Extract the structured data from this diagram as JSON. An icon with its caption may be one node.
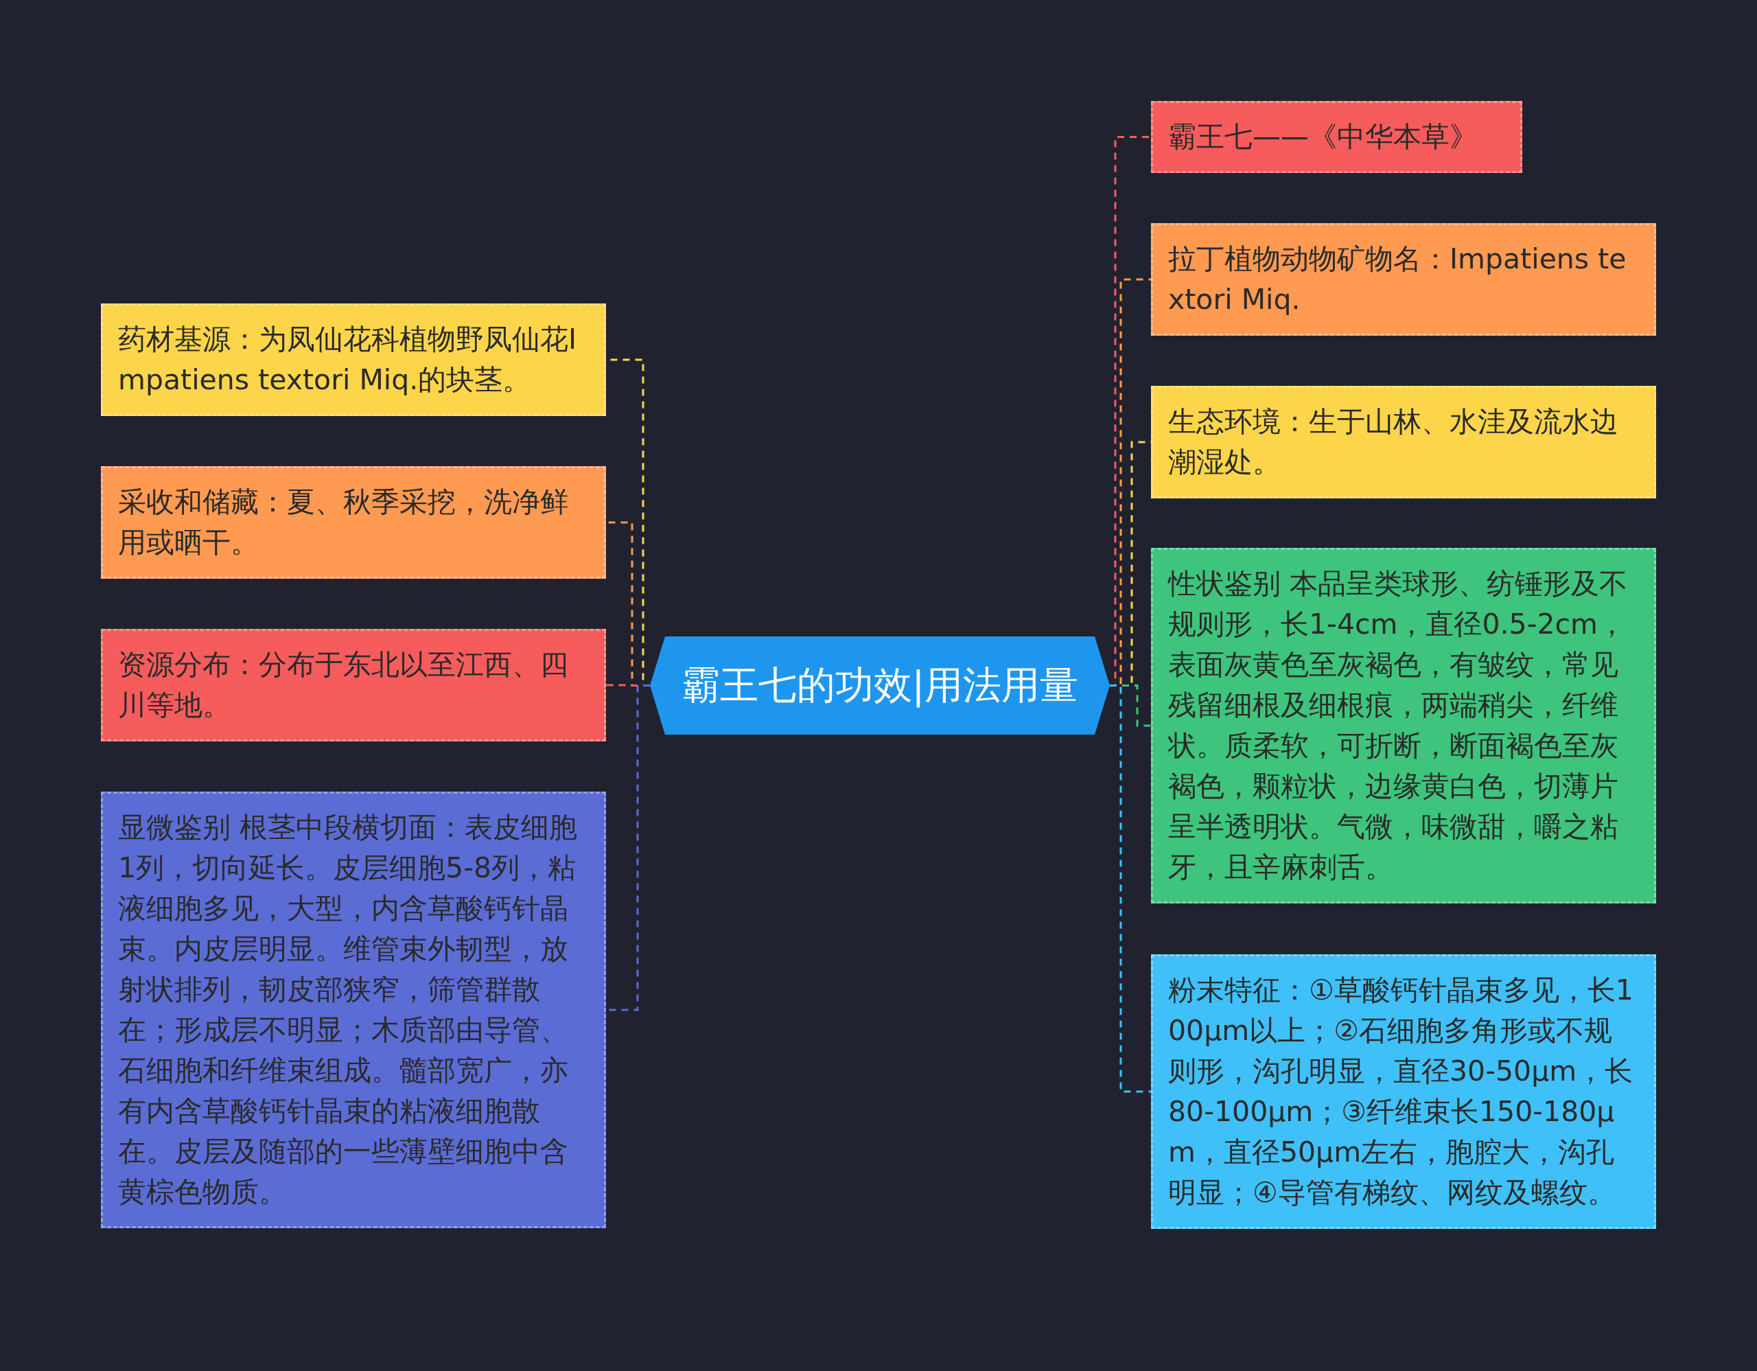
{
  "diagram": {
    "nodes": [
      {
        "text": [
          "霸王七的功效|用法用量"
        ]
      },
      {
        "text": [
          "药材基源：为凤仙花科植物野凤仙花Impatiens textori Miq.的块茎。"
        ]
      },
      {
        "text": [
          "采收和储藏：夏、秋季采挖，洗净鲜用或晒干。"
        ]
      },
      {
        "text": [
          "资源分布：分布于东北以至江西、四川等地。"
        ]
      },
      {
        "text": [
          "显微鉴别 根茎中段横切面：表皮细胞1列，切向延长。皮层细胞5-8列，粘液细胞多见，大型，内含草酸钙针晶束。内皮层明显。维管束外韧型，放射状排列，韧皮部狭窄，筛管群散在；形成层不明显；木质部由导管、石细胞和纤维束组成。髓部宽广，亦有内含草酸钙针晶束的粘液细胞散在。皮层及随部的一些薄壁细胞中含黄棕色物质。"
        ]
      },
      {
        "text": [
          "霸王七——《中华本草》"
        ]
      },
      {
        "text": [
          "拉丁植物动物矿物名：Impatiens textori Miq."
        ]
      },
      {
        "text": [
          "生态环境：生于山林、水洼及流水边潮湿处。"
        ]
      },
      {
        "text": [
          "性状鉴别 本品呈类球形、纺锤形及不规则形，长1-4cm，直径0.5-2cm，表面灰黄色至灰褐色，有皱纹，常见残留细根及细根痕，两端稍尖，纤维状。质柔软，可折断，断面褐色至灰褐色，颗粒状，边缘黄白色，切薄片呈半透明状。气微，味微甜，嚼之粘牙，且辛麻刺舌。"
        ]
      },
      {
        "text": [
          "粉末特征：①草酸钙针晶束多见，长100μm以上；②石细胞多角形或不规则形，沟孔明显，直径30-50μm，长80-100μm；③纤维束长150-180μm，直径50μm左右，胞腔大，沟孔明显；④导管有梯纹、网纹及螺纹。"
        ]
      }
    ],
    "edges": [
      {
        "from": 0,
        "to": 1,
        "arrow": "none",
        "style": "dashed",
        "color": "#fdd54b"
      },
      {
        "from": 0,
        "to": 2,
        "arrow": "none",
        "style": "dashed",
        "color": "#ff9a52"
      },
      {
        "from": 0,
        "to": 3,
        "arrow": "none",
        "style": "dashed",
        "color": "#f75c5c"
      },
      {
        "from": 0,
        "to": 4,
        "arrow": "none",
        "style": "dashed",
        "color": "#5b6cd4"
      },
      {
        "from": 0,
        "to": 5,
        "arrow": "none",
        "style": "dashed",
        "color": "#f75c5c"
      },
      {
        "from": 0,
        "to": 6,
        "arrow": "none",
        "style": "dashed",
        "color": "#ff9a52"
      },
      {
        "from": 0,
        "to": 7,
        "arrow": "none",
        "style": "dashed",
        "color": "#fdd54b"
      },
      {
        "from": 0,
        "to": 8,
        "arrow": "none",
        "style": "dashed",
        "color": "#3ec47c"
      },
      {
        "from": 0,
        "to": 9,
        "arrow": "none",
        "style": "dashed",
        "color": "#40c0f8"
      }
    ]
  }
}
